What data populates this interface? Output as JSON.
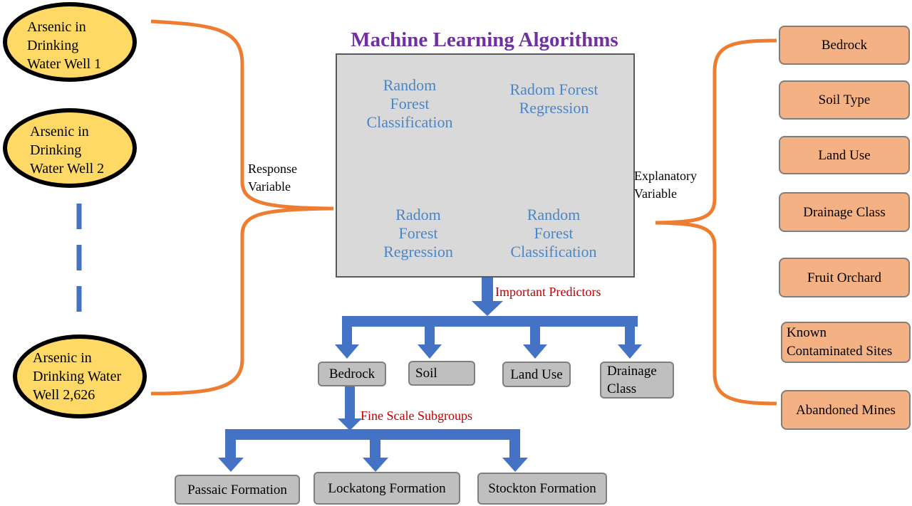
{
  "title": "Machine Learning Algorithms",
  "wells": [
    "Arsenic in\nDrinking\nWater Well 1",
    "Arsenic in\nDrinking\nWater Well 2",
    "Arsenic in\nDrinking Water\nWell 2,626"
  ],
  "response_label": "Response\nVariable",
  "explanatory_label": "Explanatory\nVariable",
  "algorithms": [
    "Random\nForest\nClassification",
    "Radom Forest\nRegression",
    "Random\nForest\nClassification",
    "Radom\nForest\nRegression"
  ],
  "important_predictors_label": "Important Predictors",
  "fine_scale_label": "Fine Scale Subgroups",
  "predictors": [
    "Bedrock",
    "Soil",
    "Land Use",
    "Drainage\nClass"
  ],
  "subgroups": [
    "Passaic Formation",
    "Lockatong Formation",
    "Stockton Formation"
  ],
  "explanatory_variables": [
    "Bedrock",
    "Soil Type",
    "Land Use",
    "Drainage Class",
    "Fruit Orchard",
    "Known\nContaminated Sites",
    "Abandoned Mines"
  ],
  "colors": {
    "title": "#7030a0",
    "well_fill": "#ffd966",
    "orange_line": "#ed7d31",
    "blue_arrow": "#4472c4",
    "algorithm_text": "#4a86c8",
    "red_label": "#c00000",
    "explanatory_box": "#f4b183",
    "gray_box": "#bfbfbf"
  }
}
